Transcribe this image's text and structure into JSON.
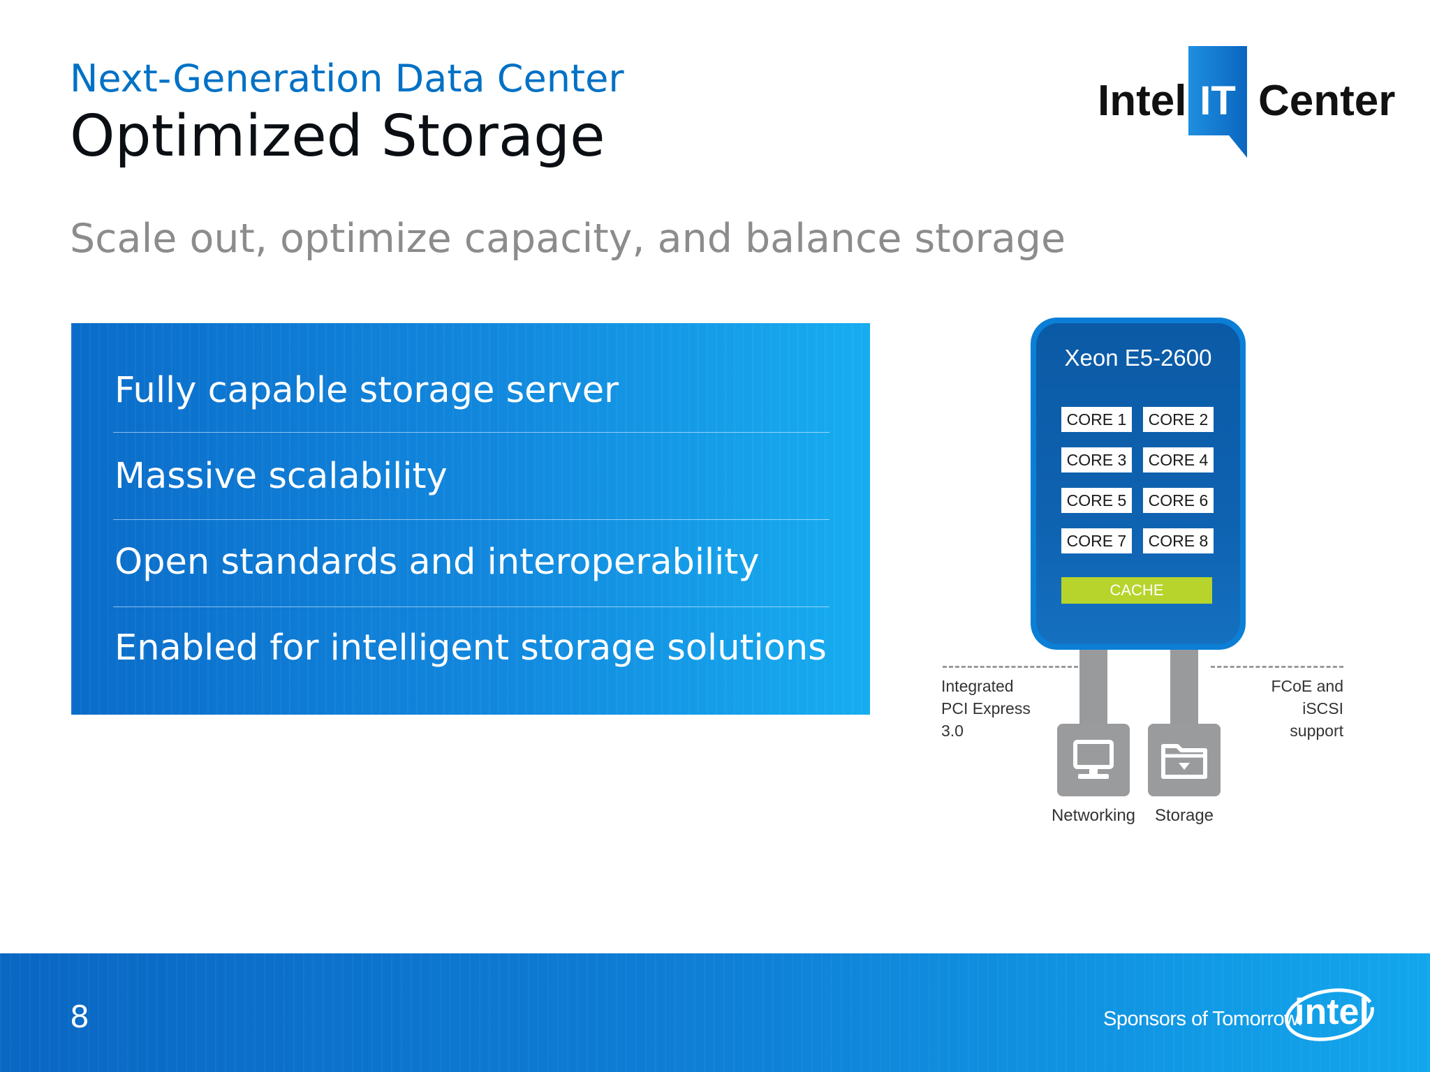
{
  "header": {
    "kicker": "Next-Generation Data Center",
    "title": "Optimized Storage",
    "subtitle": "Scale out, optimize capacity, and balance storage"
  },
  "logo": {
    "word1": "Intel",
    "tab": "IT",
    "word2": "Center"
  },
  "features": [
    "Fully capable storage server",
    "Massive scalability",
    "Open standards and interoperability",
    "Enabled for intelligent storage solutions"
  ],
  "diagram": {
    "chip_title": "Xeon E5-2600",
    "cores": [
      "CORE 1",
      "CORE 2",
      "CORE 3",
      "CORE 4",
      "CORE 5",
      "CORE 6",
      "CORE 7",
      "CORE 8"
    ],
    "cache": "CACHE",
    "left_label": [
      "Integrated",
      "PCI Express",
      "3.0"
    ],
    "right_label": [
      "FCoE and",
      "iSCSI",
      "support"
    ],
    "networking_label": "Networking",
    "storage_label": "Storage",
    "networking_icon": "monitor-icon",
    "storage_icon": "folder-icon"
  },
  "footer": {
    "page_number": "8",
    "sponsor": "Sponsors of Tomorrow.",
    "brand": "intel"
  },
  "colors": {
    "accent": "#0071c5",
    "panel_start": "#0a6cc9",
    "panel_end": "#17adf0",
    "cache": "#b6d42c",
    "gray_connector": "#999a9c"
  }
}
